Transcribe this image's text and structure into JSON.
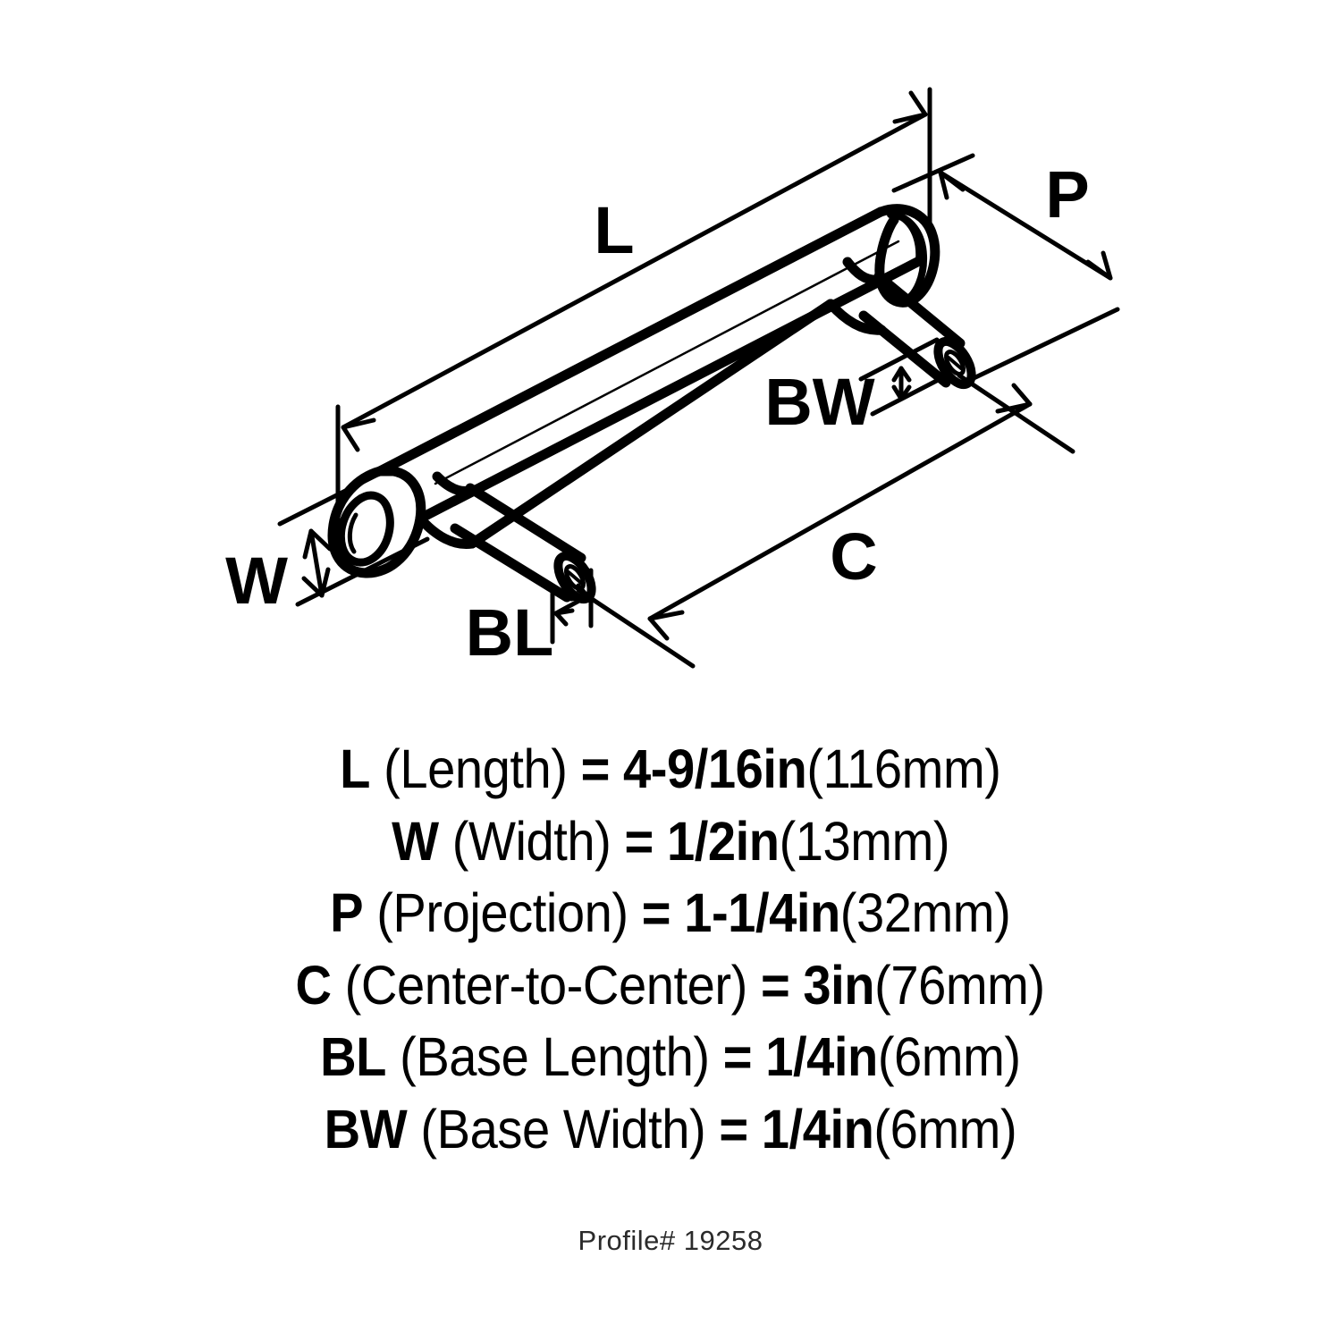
{
  "diagram": {
    "title": "cabinet-bar-pull-isometric-dimension-drawing",
    "dimension_labels": {
      "length": "L",
      "width": "W",
      "projection": "P",
      "center_to_center": "C",
      "base_length": "BL",
      "base_width": "BW"
    }
  },
  "specs": [
    {
      "code": "L",
      "name": "(Length)",
      "eqval": "= 4-9/16in",
      "metric": "(116mm)"
    },
    {
      "code": "W",
      "name": "(Width)",
      "eqval": "= 1/2in",
      "metric": "(13mm)"
    },
    {
      "code": "P",
      "name": "(Projection)",
      "eqval": "= 1-1/4in",
      "metric": "(32mm)"
    },
    {
      "code": "C",
      "name": "(Center-to-Center)",
      "eqval": "= 3in",
      "metric": "(76mm)"
    },
    {
      "code": "BL",
      "name": "(Base Length)",
      "eqval": "= 1/4in",
      "metric": "(6mm)"
    },
    {
      "code": "BW",
      "name": "(Base Width)",
      "eqval": "= 1/4in",
      "metric": "(6mm)"
    }
  ],
  "profile": {
    "label": "Profile# 19258"
  },
  "colors": {
    "ink": "#000000",
    "background": "#ffffff",
    "profile_text": "#2b2b2b"
  }
}
